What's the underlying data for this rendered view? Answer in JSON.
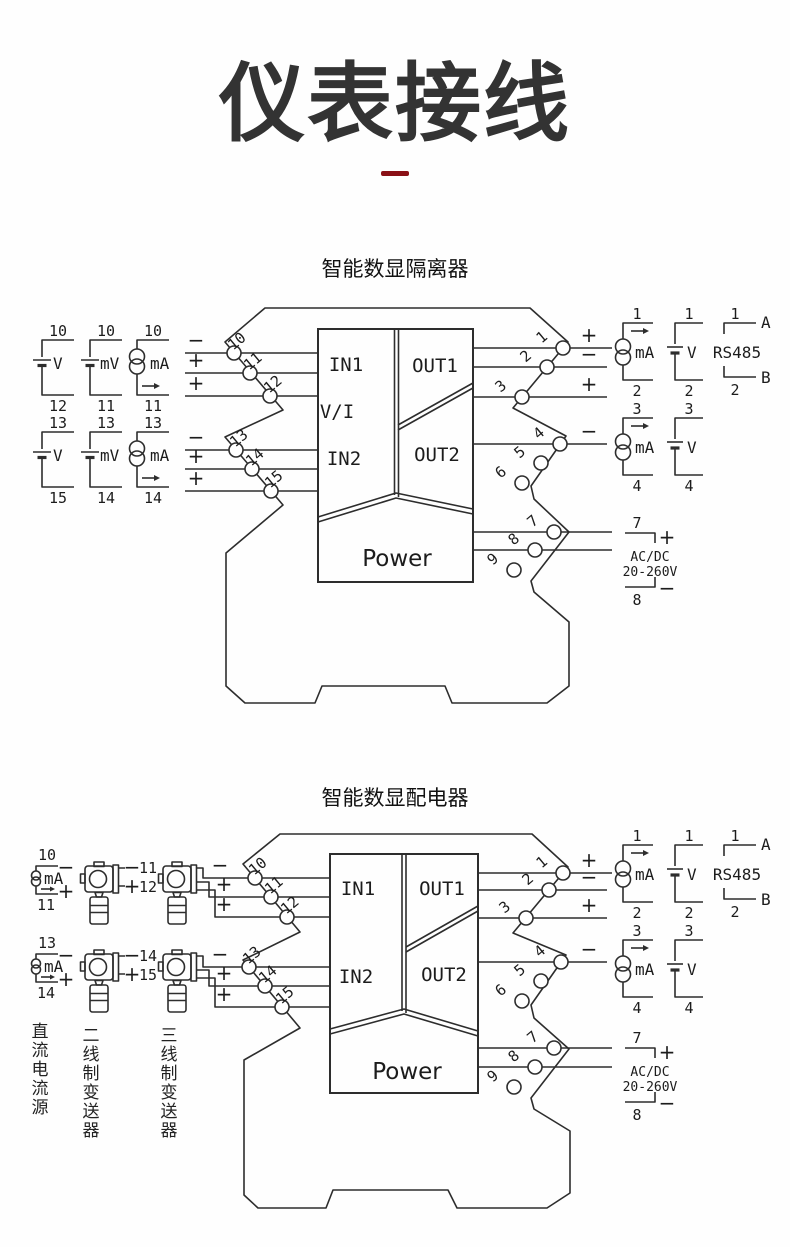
{
  "page": {
    "title": "仪表接线",
    "accent": "#8a1016",
    "line_color": "#2d2d2d"
  },
  "d1": {
    "title": "智能数显隔离器",
    "src": [
      "10",
      "12",
      "V",
      "10",
      "11",
      "mV",
      "10",
      "11",
      "mA",
      "13",
      "15",
      "V",
      "13",
      "14",
      "mV",
      "13",
      "14",
      "mA"
    ],
    "lsign": [
      "−",
      "+",
      "+",
      "−",
      "+",
      "+"
    ],
    "lterm": [
      "10",
      "11",
      "12",
      "13",
      "14",
      "15"
    ],
    "rterm": [
      "1",
      "2",
      "3",
      "4",
      "5",
      "6",
      "7",
      "8",
      "9"
    ],
    "rsign": [
      "+",
      "−",
      "+",
      "−"
    ],
    "blk": {
      "in1": "IN1",
      "vi": "V/I",
      "in2": "IN2",
      "out1": "OUT1",
      "out2": "OUT2",
      "power": "Power"
    },
    "out": [
      "1",
      "2",
      "mA",
      "1",
      "2",
      "V",
      "3",
      "4",
      "mA",
      "3",
      "4",
      "V"
    ],
    "rs": {
      "t": "1",
      "b": "2",
      "label": "RS485",
      "a": "A",
      "bb": "B"
    },
    "psu": {
      "t": "7",
      "b": "8",
      "plus": "+",
      "minus": "−",
      "l1": "AC/DC",
      "l2": "20-260V"
    }
  },
  "d2": {
    "title": "智能数显配电器",
    "src": [
      "10",
      "11",
      "mA",
      "13",
      "14",
      "mA"
    ],
    "srcsign": [
      "−",
      "+",
      "−",
      "+"
    ],
    "tx2": [
      "−",
      "11",
      "+",
      "12",
      "−",
      "14",
      "+",
      "15"
    ],
    "lsign": [
      "−",
      "+",
      "+",
      "−",
      "+",
      "+"
    ],
    "lterm": [
      "10",
      "11",
      "12",
      "13",
      "14",
      "15"
    ],
    "rterm": [
      "1",
      "2",
      "3",
      "4",
      "5",
      "6",
      "7",
      "8",
      "9"
    ],
    "rsign": [
      "+",
      "−",
      "+",
      "−"
    ],
    "blk": {
      "in1": "IN1",
      "in2": "IN2",
      "out1": "OUT1",
      "out2": "OUT2",
      "power": "Power"
    },
    "out": [
      "1",
      "2",
      "mA",
      "1",
      "2",
      "V",
      "3",
      "4",
      "mA",
      "3",
      "4",
      "V"
    ],
    "rs": {
      "t": "1",
      "b": "2",
      "label": "RS485",
      "a": "A",
      "bb": "B"
    },
    "psu": {
      "t": "7",
      "b": "8",
      "plus": "+",
      "minus": "−",
      "l1": "AC/DC",
      "l2": "20-260V"
    },
    "cols": [
      "直流电流源",
      "二线制变送器",
      "三线制变送器"
    ]
  }
}
